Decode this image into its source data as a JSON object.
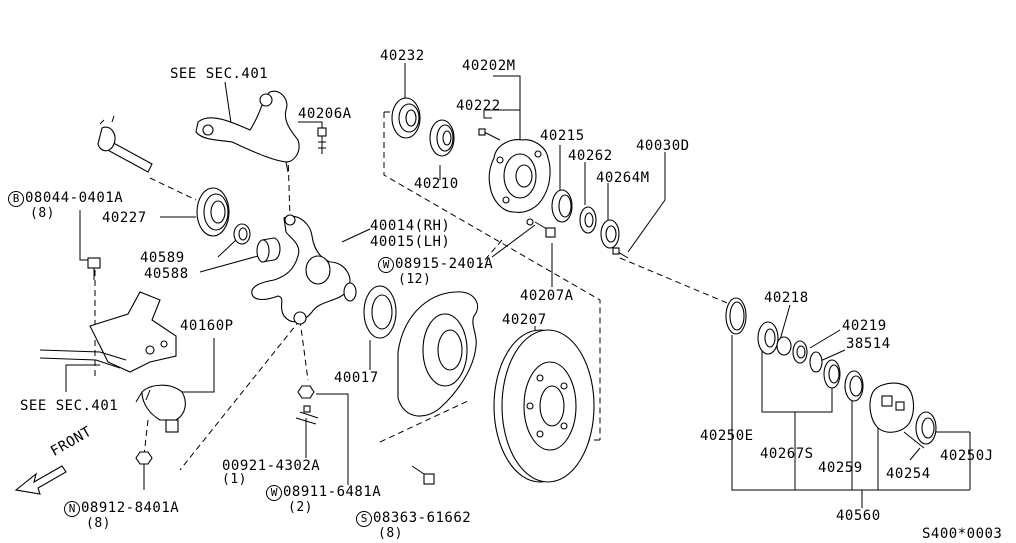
{
  "diagram": {
    "code": "S400*0003",
    "direction_label": "FRONT",
    "labels": {
      "see_sec_401_top": "SEE SEC.401",
      "see_sec_401_left": "SEE SEC.401",
      "p40206A": "40206A",
      "b08044": "08044-0401A",
      "b08044_qty": "(8)",
      "p40227": "40227",
      "p40589": "40589",
      "p40588": "40588",
      "p40160P": "40160P",
      "n08912": "08912-8401A",
      "n08912_qty": "(8)",
      "p00921": "00921-4302A",
      "p00921_qty": "(1)",
      "w08911": "08911-6481A",
      "w08911_qty": "(2)",
      "s08363": "08363-61662",
      "s08363_qty": "(8)",
      "p40232": "40232",
      "p40202M": "40202M",
      "p40222": "40222",
      "p40210": "40210",
      "p40215": "40215",
      "p40262": "40262",
      "p40030D": "40030D",
      "p40264M": "40264M",
      "p40014": "40014(RH)",
      "p40015": "40015(LH)",
      "w08915": "08915-2401A",
      "w08915_qty": "(12)",
      "p40207A": "40207A",
      "p40207": "40207",
      "p40017": "40017",
      "p40218": "40218",
      "p40219": "40219",
      "p38514": "38514",
      "p40250E": "40250E",
      "p40267S": "40267S",
      "p40259": "40259",
      "p40254": "40254",
      "p40250J": "40250J",
      "p40560": "40560"
    },
    "prefix": {
      "B": "B",
      "N": "N",
      "W": "W",
      "S": "S"
    }
  }
}
